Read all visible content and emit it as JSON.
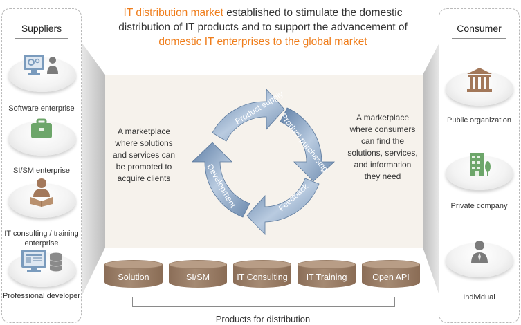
{
  "headline": {
    "part1": "IT distribution market",
    "part2": " established to stimulate the domestic distribution of IT products and to support the advancement of ",
    "part3": "domestic IT enterprises to the global market"
  },
  "suppliers": {
    "title": "Suppliers",
    "items": [
      {
        "label": "Software enterprise",
        "icon": "software-monitor-person-icon"
      },
      {
        "label": "SI/SM enterprise",
        "icon": "briefcase-icon"
      },
      {
        "label": "IT consulting / training enterprise",
        "icon": "teacher-book-icon"
      },
      {
        "label": "Professional developer",
        "icon": "monitor-database-icon"
      }
    ]
  },
  "consumer": {
    "title": "Consumer",
    "items": [
      {
        "label": "Public organization",
        "icon": "government-building-icon"
      },
      {
        "label": "Private company",
        "icon": "office-building-icon"
      },
      {
        "label": "Individual",
        "icon": "person-icon"
      }
    ]
  },
  "center": {
    "left_text": "A marketplace where solutions and services can be promoted to acquire clients",
    "right_text": "A marketplace where consumers can find the solutions, services, and information they need"
  },
  "cycle": {
    "steps": [
      "Product supply",
      "Product purchasing",
      "Feedback",
      "Development"
    ]
  },
  "products": {
    "items": [
      "Solution",
      "SI/SM",
      "IT Consulting",
      "IT Training",
      "Open API"
    ],
    "caption": "Products for distribution"
  },
  "colors": {
    "accent": "#ef7d1b",
    "cylinder": "#9c8069",
    "cycle_arrow": "#7f9cbe",
    "center_bg": "#f6f2ec"
  }
}
